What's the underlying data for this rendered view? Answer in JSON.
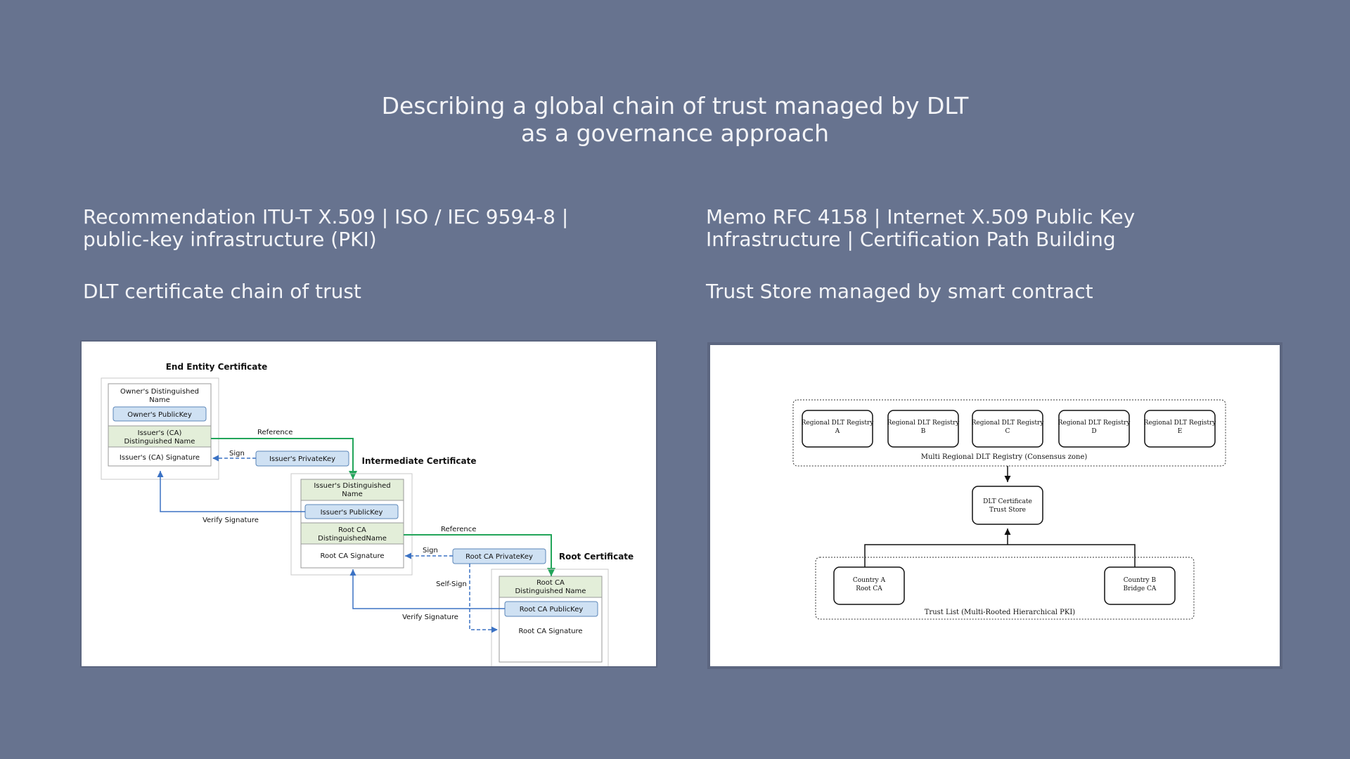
{
  "slide": {
    "title_line1": "Describing a global chain of trust managed by DLT",
    "title_line2": "as a governance approach",
    "left": {
      "heading_line1": "Recommendation ITU-T X.509 | ISO / IEC 9594-8 |",
      "heading_line2": "public-key infrastructure (PKI)",
      "subheading": "DLT certificate chain of trust"
    },
    "right": {
      "heading_line1": "Memo RFC 4158 | Internet X.509 Public Key",
      "heading_line2": "Infrastructure | Certification Path Building",
      "subheading": "Trust Store managed by smart contract"
    }
  },
  "pki_diagram": {
    "end_entity": {
      "title": "End Entity Certificate",
      "owner_dn_1": "Owner's Distinguished",
      "owner_dn_2": "Name",
      "owner_pubkey": "Owner's PublicKey",
      "issuer_dn_1": "Issuer's (CA)",
      "issuer_dn_2": "Distinguished Name",
      "signature": "Issuer's (CA) Signature"
    },
    "intermediate": {
      "title": "Intermediate Certificate",
      "issuer_dn_1": "Issuer's Distinguished",
      "issuer_dn_2": "Name",
      "issuer_pubkey": "Issuer's PublicKey",
      "root_dn_1": "Root CA",
      "root_dn_2": "DistinguishedName",
      "signature": "Root CA Signature"
    },
    "root": {
      "title": "Root Certificate",
      "dn_1": "Root CA",
      "dn_2": "Distinguished Name",
      "pubkey": "Root CA PublicKey",
      "signature": "Root CA Signature"
    },
    "issuer_privatekey": "Issuer's PrivateKey",
    "root_privatekey": "Root CA PrivateKey",
    "reference_label": "Reference",
    "sign_label": "Sign",
    "verify_label": "Verify Signature",
    "selfsign_label": "Self-Sign",
    "colors": {
      "green": "#22a55a",
      "blue": "#3b72c4",
      "green_fill": "#e3eed9",
      "blue_fill": "#cfe1f3"
    }
  },
  "trust_diagram": {
    "registry_label": "Regional DLT Registry",
    "registries": [
      "A",
      "B",
      "C",
      "D",
      "E"
    ],
    "zone_label": "Multi Regional DLT Registry (Consensus zone)",
    "store_line1": "DLT Certificate",
    "store_line2": "Trust Store",
    "country_a_1": "Country A",
    "country_a_2": "Root CA",
    "country_b_1": "Country B",
    "country_b_2": "Bridge CA",
    "list_label": "Trust List (Multi-Rooted Hierarchical PKI)"
  }
}
